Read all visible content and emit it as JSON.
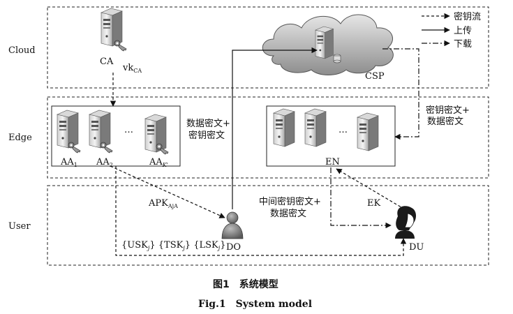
{
  "layers": {
    "cloud": "Cloud",
    "edge": "Edge",
    "user": "User"
  },
  "legend": {
    "key_flow": "密钥流",
    "upload": "上传",
    "download": "下载"
  },
  "nodes": {
    "ca": "CA",
    "csp": "CSP",
    "en": "EN",
    "do": "DO",
    "du": "DU",
    "ellipsis_aa": "…",
    "ellipsis_en": "…"
  },
  "labels": {
    "vk_base": "vk",
    "vk_sub": "CA",
    "aa1_base": "AA",
    "aa1_sub": "1",
    "aa2_base": "AA",
    "aa2_sub": "2",
    "aak_base": "AA",
    "aak_sub": "K'",
    "apk_base": "APK",
    "apk_sub": "AjA",
    "data_ct_plus": "数据密文+",
    "key_ct": "密钥密文",
    "csp_key_ct_plus": "密钥密文+",
    "csp_data_ct": "数据密文",
    "mid_key_ct_plus": "中间密钥密文+",
    "mid_data_ct": "数据密文",
    "ek": "EK",
    "usk_base": "{USK",
    "usk_sub": "j",
    "tsk_base": "} {TSK",
    "tsk_sub": "j",
    "lsk_base": "} {LSK",
    "lsk_sub": "j",
    "close_brace": "}"
  },
  "caption": {
    "zh": "图1　系统模型",
    "en": "Fig.1　System model"
  }
}
